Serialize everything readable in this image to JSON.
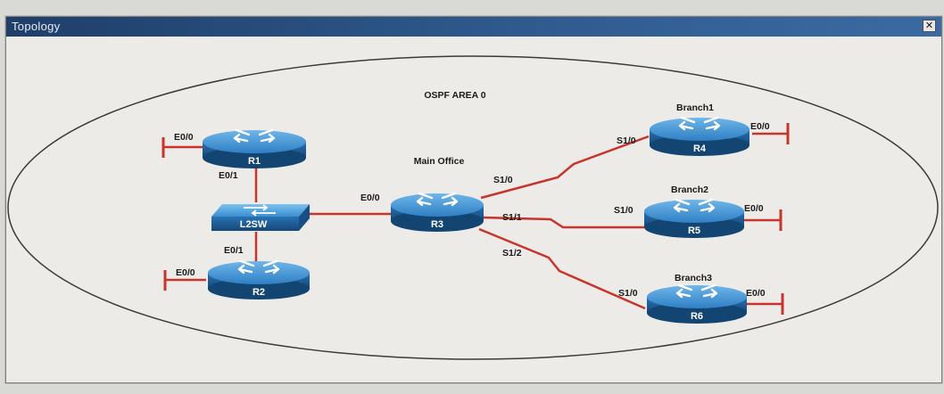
{
  "window": {
    "title": "Topology",
    "close_glyph": "✕"
  },
  "diagram": {
    "area_label": "OSPF AREA 0",
    "site_labels": {
      "main": "Main Office",
      "branch1": "Branch1",
      "branch2": "Branch2",
      "branch3": "Branch3"
    },
    "devices": {
      "r1": "R1",
      "r2": "R2",
      "r3": "R3",
      "r4": "R4",
      "r5": "R5",
      "r6": "R6",
      "l2sw": "L2SW"
    },
    "interfaces": {
      "r1_e00": "E0/0",
      "r1_e01": "E0/1",
      "r2_e00": "E0/0",
      "r2_e01": "E0/1",
      "r3_e00": "E0/0",
      "r3_s10": "S1/0",
      "r3_s11": "S1/1",
      "r3_s12": "S1/2",
      "r4_s10": "S1/0",
      "r4_e00": "E0/0",
      "r5_s10": "S1/0",
      "r5_e00": "E0/0",
      "r6_s10": "S1/0",
      "r6_e00": "E0/0"
    },
    "colors": {
      "link": "#c8342c",
      "router_top": "#3f93d6",
      "router_side": "#1d5d9c",
      "area_outline": "#333333"
    },
    "icons": [
      "router-icon",
      "switch-icon",
      "close-icon"
    ]
  }
}
